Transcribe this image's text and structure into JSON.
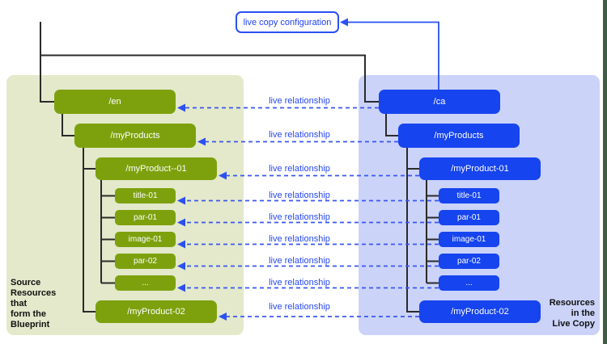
{
  "diagram": {
    "config_box_label": "live copy configuration",
    "relationship_label": "live relationship",
    "blueprint": {
      "caption_lines": [
        "Source",
        "Resources",
        "that",
        "form the",
        "Blueprint"
      ],
      "nodes": {
        "en": "/en",
        "myProducts": "/myProducts",
        "myProduct01": "/myProduct--01",
        "title01": "title-01",
        "par01": "par-01",
        "image01": "image-01",
        "par02": "par-02",
        "more": "...",
        "myProduct02": "/myProduct-02"
      }
    },
    "livecopy": {
      "caption_lines": [
        "Resources",
        "in the",
        "Live Copy"
      ],
      "nodes": {
        "ca": "/ca",
        "myProducts": "/myProducts",
        "myProduct01": "/myProduct-01",
        "title01": "title-01",
        "par01": "par-01",
        "image01": "image-01",
        "par02": "par-02",
        "more": "...",
        "myProduct02": "/myProduct-02"
      }
    },
    "colors": {
      "blueprint_node": "#7DA10D",
      "blueprint_bg": "#E4E9CB",
      "livecopy_node": "#1644EF",
      "livecopy_bg": "#CBD3F9",
      "relationship_blue": "#2B50F3",
      "tree_line": "#2B2B2B",
      "edge_strip": "#3F5C44"
    }
  }
}
